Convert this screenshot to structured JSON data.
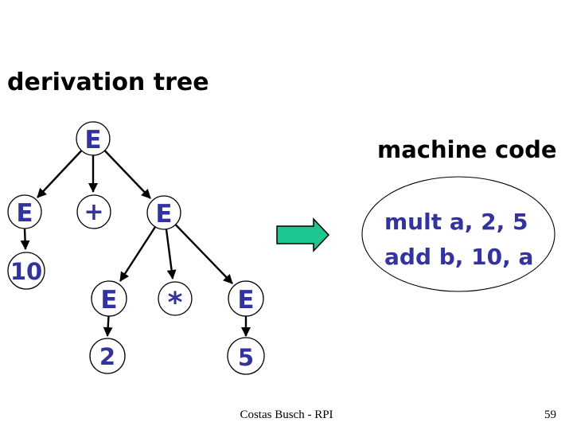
{
  "title": "derivation tree",
  "machine_code": {
    "label": "machine code",
    "line1": "mult a, 2, 5",
    "line2": "add b, 10, a"
  },
  "tree": {
    "nodes": [
      {
        "id": "root-e",
        "label": "E"
      },
      {
        "id": "left-e",
        "label": "E"
      },
      {
        "id": "plus",
        "label": "+"
      },
      {
        "id": "mid-e",
        "label": "E"
      },
      {
        "id": "ten",
        "label": "10"
      },
      {
        "id": "bottom-left-e",
        "label": "E"
      },
      {
        "id": "star",
        "label": "*"
      },
      {
        "id": "bottom-right-e",
        "label": "E"
      },
      {
        "id": "two",
        "label": "2"
      },
      {
        "id": "five",
        "label": "5"
      }
    ],
    "edges": [
      {
        "from": "root-e",
        "to": "left-e"
      },
      {
        "from": "root-e",
        "to": "plus"
      },
      {
        "from": "root-e",
        "to": "mid-e"
      },
      {
        "from": "left-e",
        "to": "ten"
      },
      {
        "from": "mid-e",
        "to": "bottom-left-e"
      },
      {
        "from": "mid-e",
        "to": "star"
      },
      {
        "from": "mid-e",
        "to": "bottom-right-e"
      },
      {
        "from": "bottom-left-e",
        "to": "two"
      },
      {
        "from": "bottom-right-e",
        "to": "five"
      }
    ]
  },
  "footer": {
    "author": "Costas Busch - RPI",
    "page_number": "59"
  },
  "colors": {
    "node_text": "#3333A0",
    "code_text": "#3333A0",
    "arrow_fill": "#1CC690",
    "line_color": "#000000"
  }
}
